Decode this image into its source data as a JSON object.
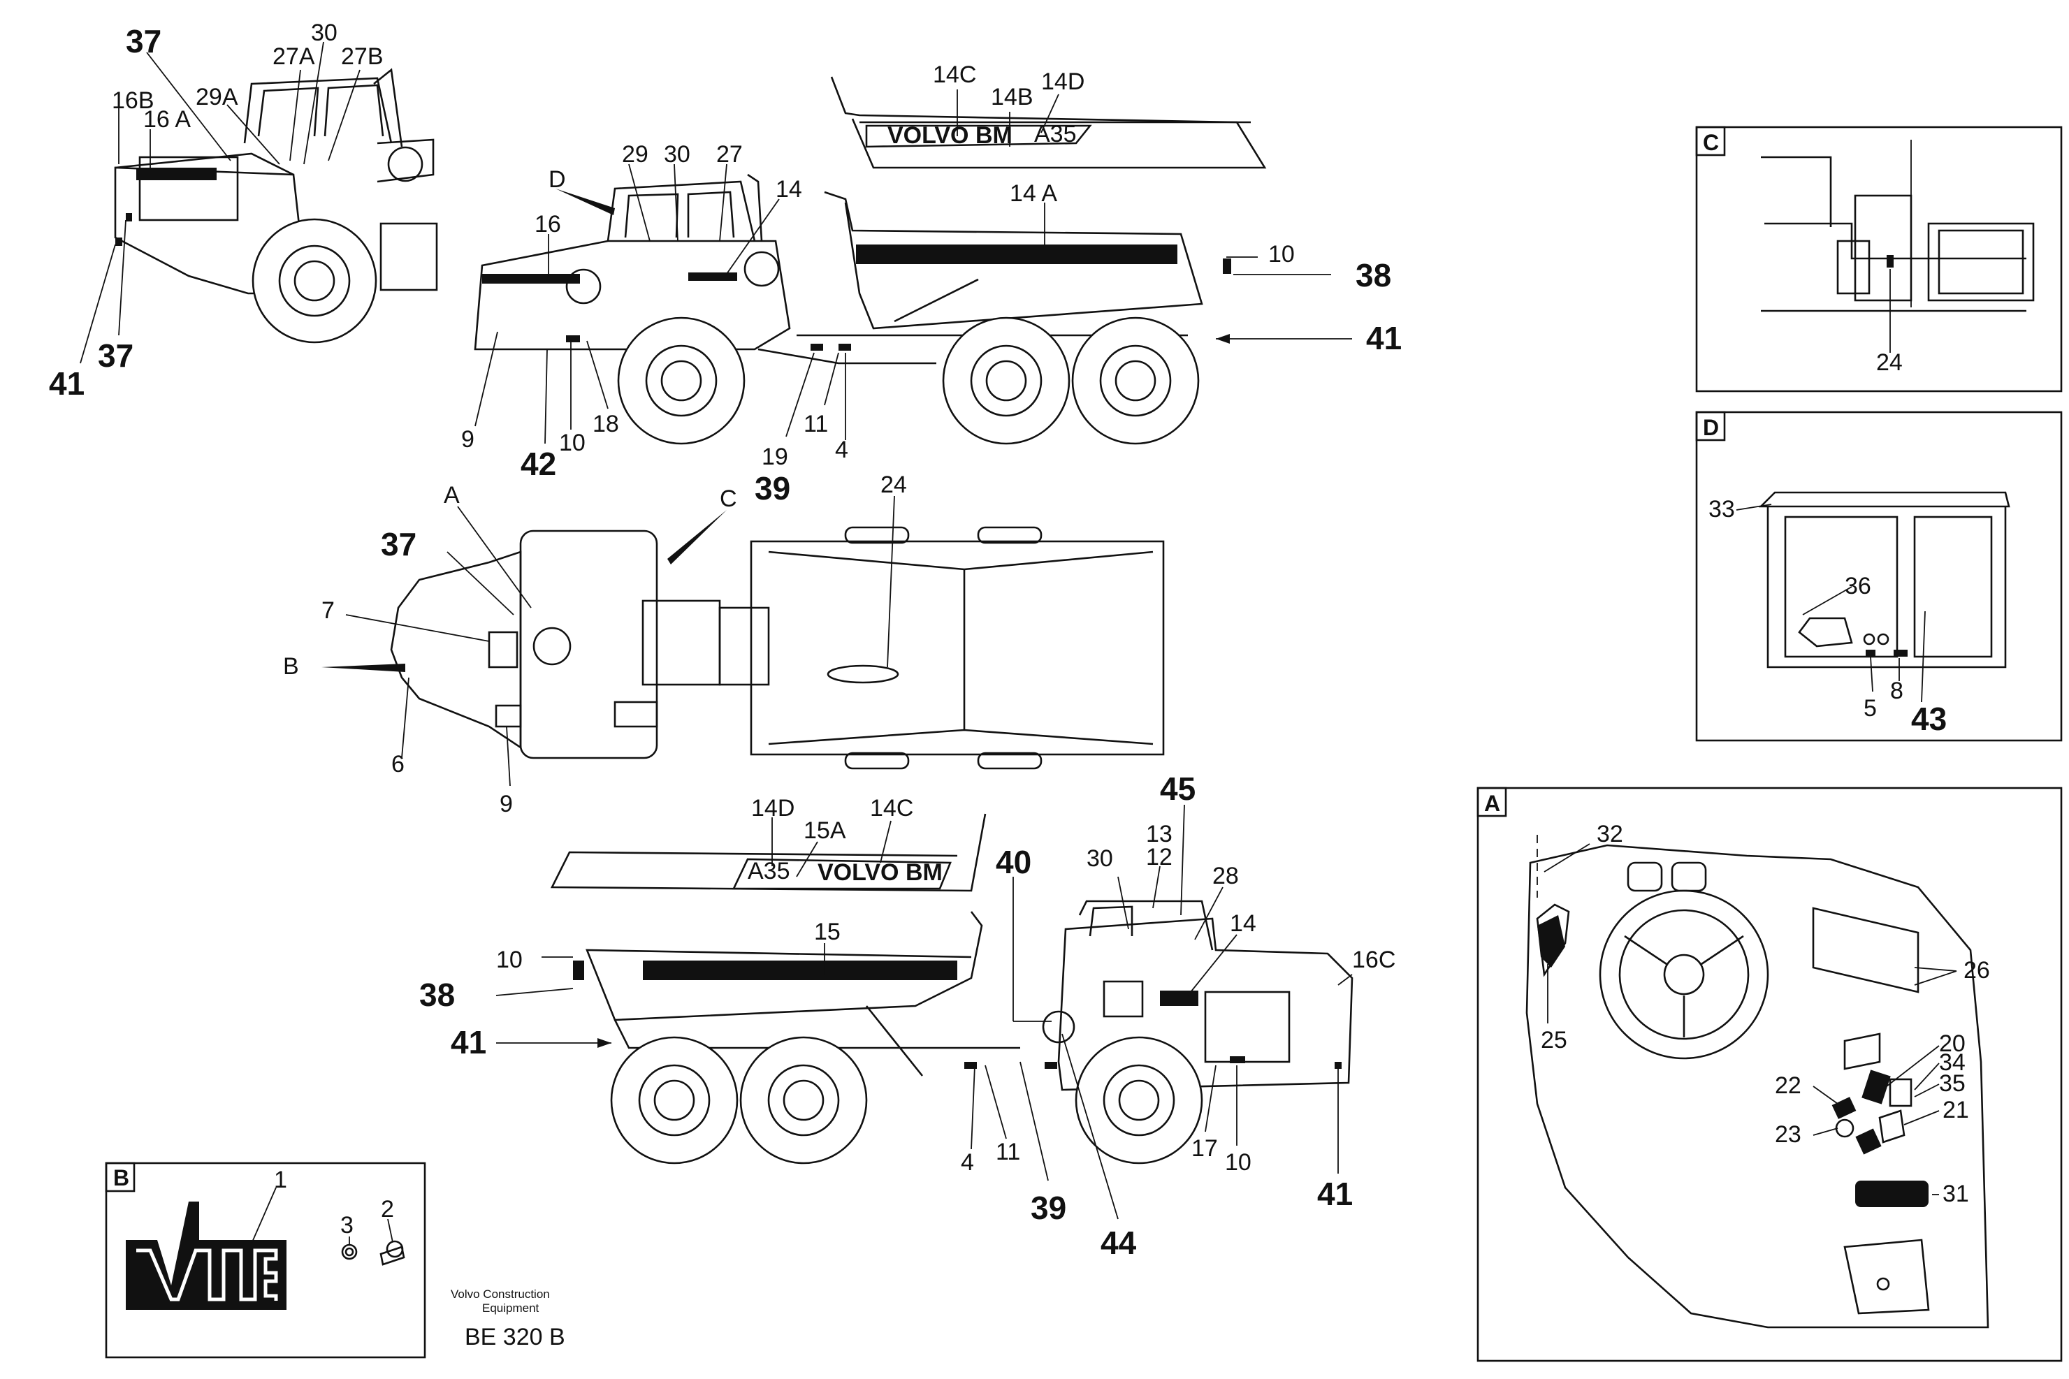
{
  "callouts": {
    "topleft": {
      "c37": "37",
      "c30": "30",
      "c27a": "27A",
      "c27b": "27B",
      "c16b": "16B",
      "c29a": "29A",
      "c16a": "16 A",
      "c41": "41",
      "c37b": "37"
    },
    "side1": {
      "c29": "29",
      "c30": "30",
      "c27": "27",
      "c14": "14",
      "cD": "D",
      "c16": "16",
      "c9": "9",
      "c42": "42",
      "c10": "10",
      "c18": "18",
      "c19": "19",
      "c39": "39",
      "c11": "11",
      "c4": "4",
      "c14a": "14 A",
      "c10b": "10",
      "c38": "38",
      "c41": "41"
    },
    "decal_top": {
      "c14c": "14C",
      "c14b": "14B",
      "c14d": "14D",
      "brand": "VOLVO BM",
      "model": "A35"
    },
    "plan": {
      "cA": "A",
      "cC": "C",
      "c37": "37",
      "c7": "7",
      "cB": "B",
      "c6": "6",
      "c9": "9",
      "c24": "24"
    },
    "decal_bottom": {
      "c14d": "14D",
      "c15a": "15A",
      "c14c": "14C",
      "brand": "VOLVO BM",
      "model": "A35"
    },
    "side2": {
      "c40": "40",
      "c45": "45",
      "c13": "13",
      "c12": "12",
      "c30": "30",
      "c28": "28",
      "c14": "14",
      "c16c": "16C",
      "c15": "15",
      "c10": "10",
      "c38": "38",
      "c41": "41",
      "c4": "4",
      "c11": "11",
      "c39": "39",
      "c44": "44",
      "c17": "17",
      "c10b": "10",
      "c41b": "41"
    },
    "panel_c": {
      "tag": "C",
      "c24": "24"
    },
    "panel_d": {
      "tag": "D",
      "c33": "33",
      "c36": "36",
      "c5": "5",
      "c8": "8",
      "c43": "43"
    },
    "panel_a": {
      "tag": "A",
      "c32": "32",
      "c25": "25",
      "c26": "26",
      "c20": "20",
      "c34": "34",
      "c35": "35",
      "c22": "22",
      "c21": "21",
      "c23": "23",
      "c31": "31"
    },
    "panel_b": {
      "tag": "B",
      "c1": "1",
      "c3": "3",
      "c2": "2",
      "logo": "VME"
    }
  },
  "footer": {
    "company": "Volvo Construction",
    "company2": "Equipment",
    "code": "BE 320  B"
  }
}
